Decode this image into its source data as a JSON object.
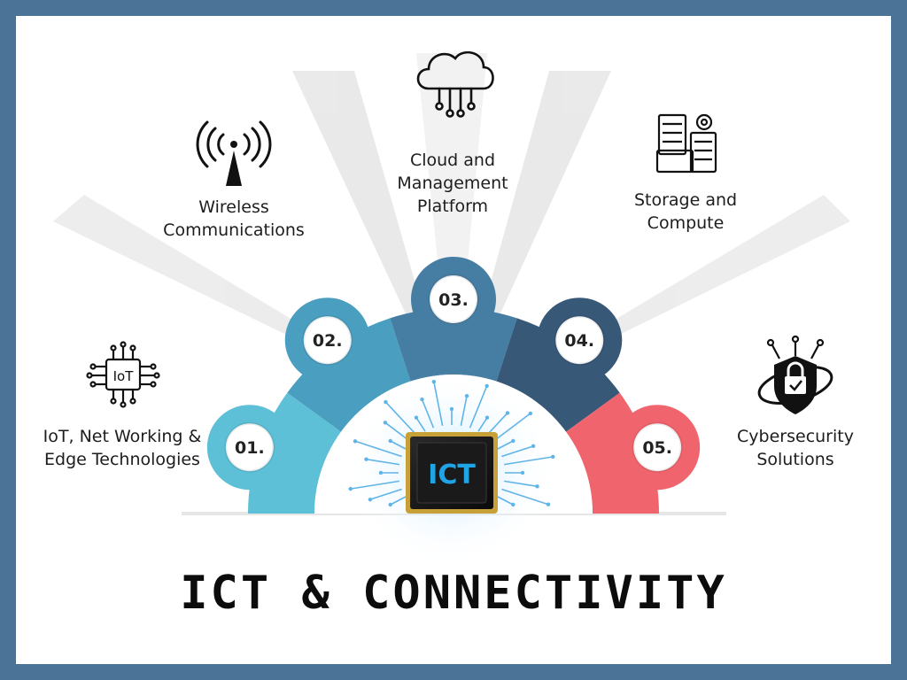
{
  "title": "ICT & CONNECTIVITY",
  "chip_label": "ICT",
  "colors": {
    "frame": "#4b7398",
    "seg1": "#5ec0d6",
    "seg2": "#4a9fc0",
    "seg3": "#467ea3",
    "seg4": "#385878",
    "seg5": "#f0646e"
  },
  "segments": [
    {
      "number": "01.",
      "lines": [
        "IoT, Net Working &",
        "Edge Technologies"
      ],
      "icon": "iot-chip-icon"
    },
    {
      "number": "02.",
      "lines": [
        "Wireless",
        "Communications"
      ],
      "icon": "wireless-tower-icon"
    },
    {
      "number": "03.",
      "lines": [
        "Cloud and",
        "Management",
        "Platform"
      ],
      "icon": "cloud-network-icon"
    },
    {
      "number": "04.",
      "lines": [
        "Storage and",
        "Compute"
      ],
      "icon": "server-gear-icon"
    },
    {
      "number": "05.",
      "lines": [
        "Cybersecurity",
        "Solutions"
      ],
      "icon": "security-shield-icon"
    }
  ],
  "iot_icon_text": "IoT"
}
